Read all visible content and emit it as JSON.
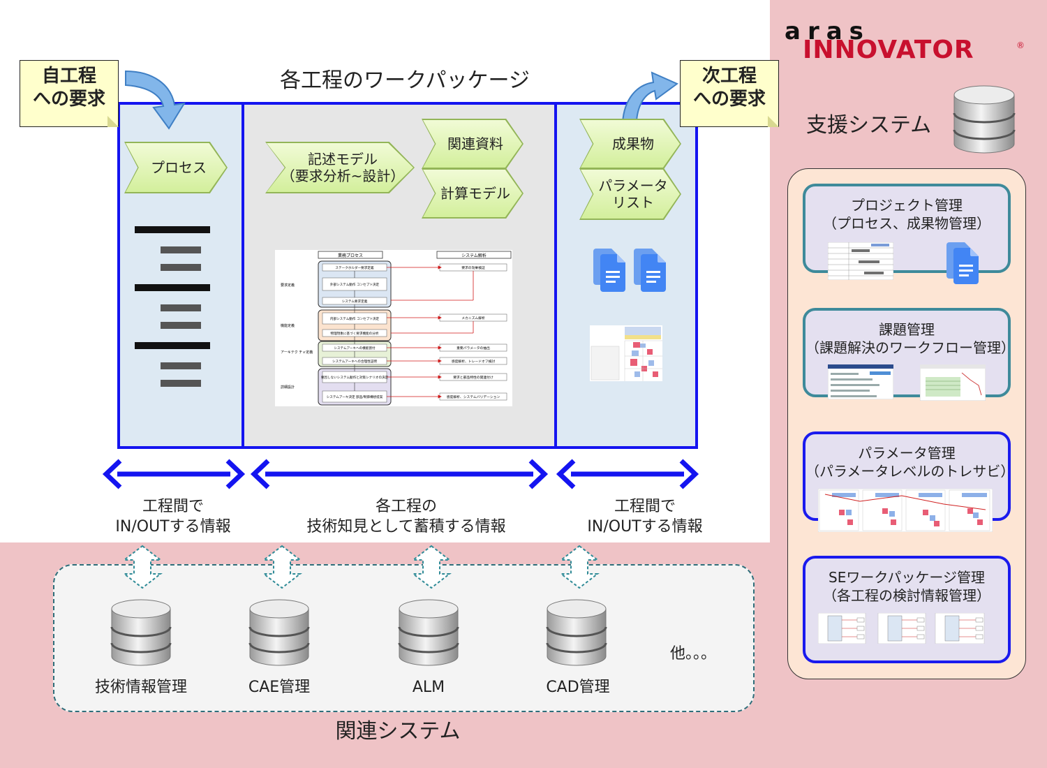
{
  "logo": {
    "aras": "aras",
    "innovator": "INNOVATOR",
    "reg": "®"
  },
  "workpackage_title": "各工程のワークパッケージ",
  "notes": {
    "left": [
      "自工程",
      "への要求"
    ],
    "right": [
      "次工程",
      "への要求"
    ]
  },
  "chevrons": {
    "process": "プロセス",
    "model": [
      "記述モデル",
      "（要求分析~設計）"
    ],
    "docs": "関連資料",
    "calc": "計算モデル",
    "deliverable": "成果物",
    "params": [
      "パラメータ",
      "リスト"
    ]
  },
  "flow": {
    "col_headers": [
      "業務プロセス",
      "システム解析"
    ],
    "phases": [
      "要求定義",
      "機能定義",
      "アーキテク\nチャ定義",
      "詳細設計"
    ],
    "steps": [
      "ステークホルダー要求定義",
      "外部システム動作\nコンセプト決定",
      "システム要求定義",
      "内部システム動作\nコンセプト決定",
      "物理現象に基づく要求機能の分析",
      "システムアーキへの機能割付",
      "システムアーキへの合理性証明",
      "要因しないシステム動作と対策シナリオの決定",
      "システムアーキ決定\n部品/制御構想提案"
    ],
    "analysis": [
      "要求の効果検証",
      "メカニズム解析",
      "重要パラメータの抽出",
      "感度解析、トレードオフ検討",
      "要求と部品特性の関連付け",
      "感度解析、システムバリデーション"
    ]
  },
  "info_labels": {
    "left": [
      "工程間で",
      "IN/OUTする情報"
    ],
    "mid": [
      "各工程の",
      "技術知見として蓄積する情報"
    ],
    "right": [
      "工程間で",
      "IN/OUTする情報"
    ]
  },
  "support": {
    "title": "支援システム",
    "cards": [
      {
        "line1": "プロジェクト管理",
        "line2": "（プロセス、成果物管理）"
      },
      {
        "line1": "課題管理",
        "line2": "（課題解決のワークフロー管理）"
      },
      {
        "line1": "パラメータ管理",
        "line2": "（パラメータレベルのトレサビ）"
      },
      {
        "line1": "SEワークパッケージ管理",
        "line2": "（各工程の検討情報管理）"
      }
    ]
  },
  "related": {
    "title": "関連システム",
    "systems": [
      "技術情報管理",
      "CAE管理",
      "ALM",
      "CAD管理"
    ],
    "etc": "他。。。"
  },
  "colors": {
    "panel_border": "#1414f0",
    "pink_bg": "#efc3c6",
    "note_fill": "#ffffcc",
    "chevron_fill": "#d3ef9c",
    "arrow_blue": "#82b6ea",
    "brand_red": "#c8102e"
  }
}
